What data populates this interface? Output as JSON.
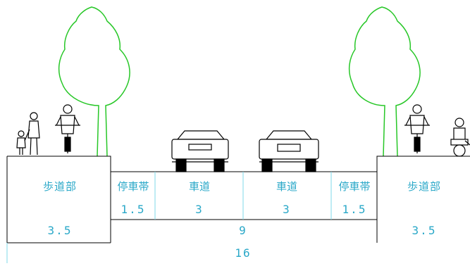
{
  "sections": {
    "sidewalk_left": "歩道部",
    "parking_left": "停車帯",
    "lane_left": "車道",
    "lane_right": "車道",
    "parking_right": "停車帯",
    "sidewalk_right": "歩道部"
  },
  "widths": {
    "sidewalk_left": "3.5",
    "parking_left": "1.5",
    "lane_left": "3",
    "lane_right": "3",
    "parking_right": "1.5",
    "sidewalk_right": "3.5",
    "carriageway_total": "9",
    "road_total": "16"
  },
  "colors": {
    "outline": "#000000",
    "dimension": "#2aa8c8",
    "divider": "#7fd8ea",
    "tree": "#27c727"
  },
  "figures": {
    "left_sidewalk": [
      "pedestrian-with-child",
      "cyclist"
    ],
    "carriageway": [
      "car-rear-view",
      "car-front-view"
    ],
    "right_sidewalk": [
      "cyclist",
      "wheelchair-user"
    ]
  }
}
